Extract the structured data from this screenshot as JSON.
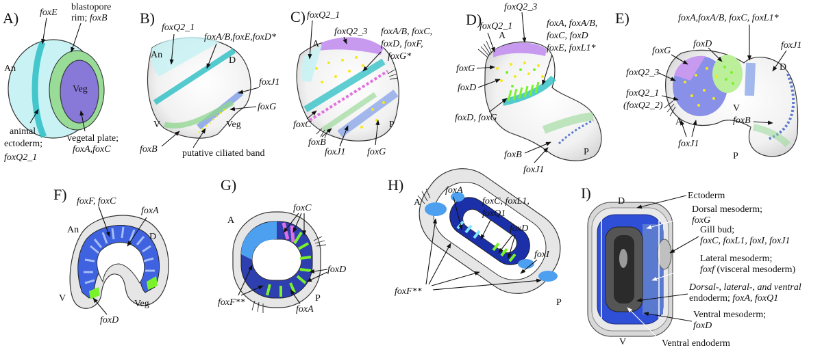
{
  "panels": {
    "A": {
      "letter": "A)",
      "axis": {
        "an": "An"
      },
      "labels": {
        "foxe": "foxE",
        "rim1": "blastopore",
        "rim2": "rim; ",
        "rim_gene": "foxB",
        "veg": "Veg",
        "vp1": "vegetal plate;",
        "vp2": "foxA,foxC",
        "ae1": "animal",
        "ae2": "ectoderm;",
        "ae3": "foxQ2_1"
      }
    },
    "B": {
      "letter": "B)",
      "axis": {
        "an": "An",
        "d": "D",
        "v": "V",
        "veg": "Veg"
      },
      "labels": {
        "q21": "foxQ2_1",
        "abed": "foxA/B,foxE,foxD*",
        "j1": "foxJ1",
        "g": "foxG",
        "b": "foxB",
        "cil": "putative ciliated band"
      }
    },
    "C": {
      "letter": "C)",
      "axis": {
        "a": "A",
        "p": "P"
      },
      "labels": {
        "q21": "foxQ2_1",
        "q23": "foxQ2_3",
        "l1": "foxA/B, foxC,",
        "l2": "foxD, foxF,",
        "l3": "foxG*",
        "c": "foxC",
        "b": "foxB",
        "j1": "foxJ1",
        "g": "foxG"
      }
    },
    "D": {
      "letter": "D)",
      "axis": {
        "a": "A",
        "p": "P"
      },
      "labels": {
        "q23": "foxQ2_3",
        "q21": "foxQ2_1",
        "l1": "foxA, foxA/B,",
        "l2": "foxC, foxD",
        "l3": "foxE, foxL1*",
        "g": "foxG",
        "d": "foxD",
        "dg": "foxD, foxG",
        "b": "foxB",
        "j1": "foxJ1"
      }
    },
    "E": {
      "letter": "E)",
      "axis": {
        "d": "D",
        "v": "V",
        "a": "A",
        "p": "P"
      },
      "labels": {
        "top": "foxA,foxA/B, foxC, foxL1*",
        "g": "foxG",
        "d": "foxD",
        "j1a": "foxJ1",
        "q23": "foxQ2_3",
        "q21": "foxQ2_1",
        "q22": "(foxQ2_2)",
        "b": "foxB",
        "j1b": "foxJ1"
      }
    },
    "F": {
      "letter": "F)",
      "axis": {
        "an": "An",
        "d": "D",
        "v": "V",
        "veg": "Veg"
      },
      "labels": {
        "fc": "foxF, foxC",
        "a": "foxA",
        "d": "foxD"
      }
    },
    "G": {
      "letter": "G)",
      "axis": {
        "a": "A",
        "p": "P"
      },
      "labels": {
        "c": "foxC",
        "d": "foxD",
        "f": "foxF**",
        "a": "foxA"
      }
    },
    "H": {
      "letter": "H)",
      "axis": {
        "a": "A",
        "p": "P"
      },
      "labels": {
        "a": "foxA",
        "cl1": "foxC, foxL1,",
        "q1": "foxQ1",
        "d": "foxD",
        "i": "foxI",
        "f": "foxF**"
      }
    },
    "I": {
      "letter": "I)",
      "axis": {
        "d": "D",
        "v": "V"
      },
      "labels": {
        "ecto": "Ectoderm",
        "dm1": "Dorsal mesoderm;",
        "dm2": "foxG",
        "gb1": "Gill bud;",
        "gb2": "foxC, foxL1, foxI, foxJ1",
        "lm1": "Lateral mesoderm;",
        "lm2g": "foxf",
        "lm2t": " (visceral mesoderm)",
        "en1": "Dorsal-, lateral-, and ventral",
        "en2t": "endoderm; ",
        "en2g": "foxA, foxQ1",
        "vm1": "Ventral mesoderm;",
        "vm2": "foxD",
        "ve": "Ventral endoderm"
      }
    }
  },
  "colors": {
    "cyan_light": "#c8f2f4",
    "cyan": "#2bbfc4",
    "green": "#8fd68f",
    "purple": "#8878d8",
    "violet": "#c79af0",
    "blue": "#7f9de8",
    "royal": "#2f4fd6",
    "lime": "#7af22a",
    "yellow": "#f5e91a",
    "gray": "#d8d8d8"
  }
}
